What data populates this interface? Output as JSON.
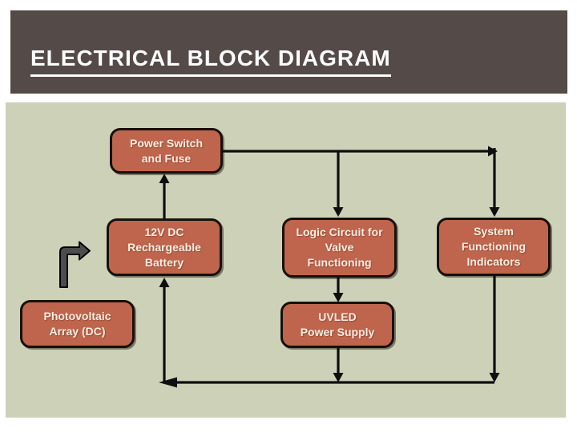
{
  "slide": {
    "title": "ELECTRICAL BLOCK DIAGRAM"
  },
  "colors": {
    "header_bg": "#544a47",
    "title_text": "#fdfdfd",
    "canvas_bg": "#cdd1b8",
    "box_fill": "#bf654d",
    "box_border": "#17100b",
    "box_text": "#f6eee3",
    "connector": "#0e0e0e",
    "bent_arrow_fill": "#4d4d4d"
  },
  "diagram": {
    "blocks": [
      {
        "id": "power-switch-fuse",
        "label": "Power Switch\nand Fuse"
      },
      {
        "id": "battery",
        "label": "12V DC\nRechargeable\nBattery"
      },
      {
        "id": "logic-circuit",
        "label": "Logic Circuit for\nValve\nFunctioning"
      },
      {
        "id": "system-indicators",
        "label": "System\nFunctioning\nIndicators"
      },
      {
        "id": "photovoltaic-array",
        "label": "Photovoltaic\nArray (DC)"
      },
      {
        "id": "uvled-power-supply",
        "label": "UVLED\nPower Supply"
      }
    ],
    "connections": [
      {
        "from": "battery",
        "to": "power-switch-fuse"
      },
      {
        "from": "power-switch-fuse",
        "to": "system-indicators"
      },
      {
        "from": "power-switch-fuse",
        "to": "logic-circuit"
      },
      {
        "from": "logic-circuit",
        "to": "uvled-power-supply"
      },
      {
        "from": "uvled-power-supply",
        "to": "return-bus"
      },
      {
        "from": "system-indicators",
        "to": "return-bus"
      },
      {
        "from": "return-bus",
        "to": "battery"
      },
      {
        "from": "photovoltaic-array",
        "to": "battery"
      }
    ]
  }
}
